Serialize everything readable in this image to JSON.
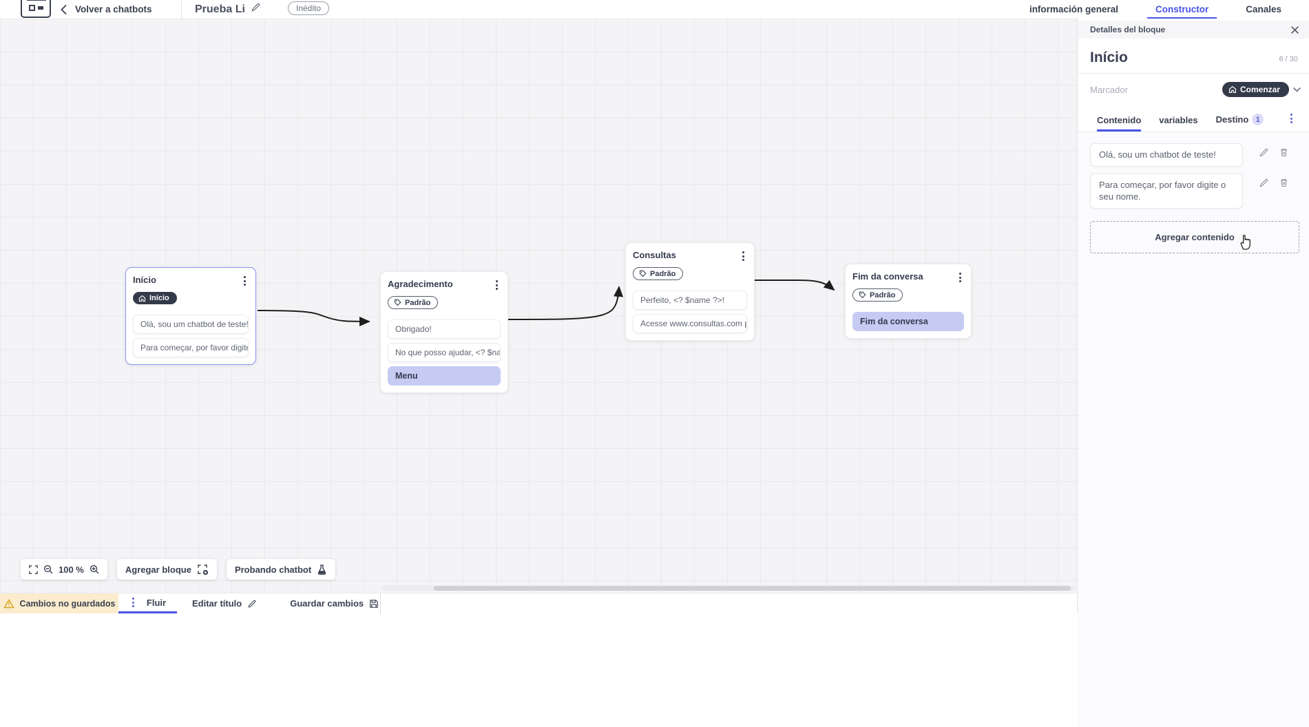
{
  "header": {
    "back_label": "Volver a chatbots",
    "title": "Prueba Li",
    "status_badge": "Inédito",
    "tabs": {
      "informacion": "información general",
      "constructor": "Constructor",
      "canales": "Canales"
    }
  },
  "canvas": {
    "nodes": [
      {
        "title": "Início",
        "badge": "Início",
        "cards": [
          "Olá, sou um chatbot de teste!",
          "Para começar, por favor digite o ..."
        ]
      },
      {
        "title": "Agradecimento",
        "badge": "Padrão",
        "cards": [
          "Obrigado!",
          "No que posso ajudar, <? $name ...",
          "Menu"
        ]
      },
      {
        "title": "Consultas",
        "badge": "Padrão",
        "cards": [
          "Perfeito, <? $name ?>!",
          "Acesse www.consultas.com par..."
        ]
      },
      {
        "title": "Fim da conversa",
        "badge": "Padrão",
        "cards": [
          "Fim da conversa"
        ]
      }
    ],
    "toolbar": {
      "zoom_level": "100 %",
      "add_block": "Agregar bloque",
      "test_chatbot": "Probando chatbot"
    }
  },
  "panel": {
    "header": "Detalles del bloque",
    "block_name": "Início",
    "char_counter": "6 / 30",
    "marker_label": "Marcador",
    "marker_value": "Comenzar",
    "tabs": {
      "contenido": "Contenido",
      "variables": "variables",
      "destino": "Destino"
    },
    "destino_badge": "1",
    "contents": [
      "Olá, sou um chatbot de teste!",
      "Para começar, por favor digite o seu nome."
    ],
    "add_content": "Agregar contenido"
  },
  "footer": {
    "warning": "Cambios no guardados",
    "flow_tab": "Fluir",
    "edit_title": "Editar título",
    "save": "Guardar cambios"
  },
  "colors": {
    "accent": "#4753e8",
    "purple_badge": "#5a5fd0",
    "chip_navy": "#333a49",
    "highlight_lavender": "#c5cbf3",
    "warning_bg": "#faeccd",
    "warning_icon": "#d9a01b",
    "edge": "#1e1e1e"
  }
}
